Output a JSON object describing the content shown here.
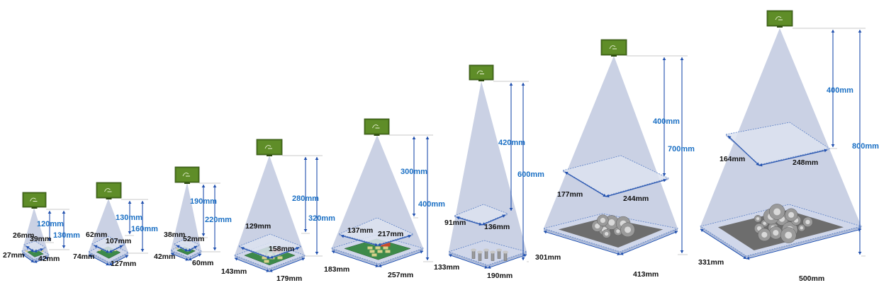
{
  "cameras": [
    {
      "lower_near": "27mm",
      "lower_far": "42mm",
      "upper_near": "26mm",
      "upper_far": "39mm",
      "dist_upper": "120mm",
      "dist_lower": "130mm",
      "scene": "pcb-small"
    },
    {
      "lower_near": "74mm",
      "lower_far": "127mm",
      "upper_near": "62mm",
      "upper_far": "107mm",
      "dist_upper": "130mm",
      "dist_lower": "160mm",
      "scene": "pcb-small"
    },
    {
      "lower_near": "42mm",
      "lower_far": "60mm",
      "upper_near": "38mm",
      "upper_far": "52mm",
      "dist_upper": "190mm",
      "dist_lower": "220mm",
      "scene": "pcb-small"
    },
    {
      "lower_near": "143mm",
      "lower_far": "179mm",
      "upper_near": "129mm",
      "upper_far": "158mm",
      "dist_upper": "280mm",
      "dist_lower": "320mm",
      "scene": "pcb-board"
    },
    {
      "lower_near": "183mm",
      "lower_far": "257mm",
      "upper_near": "137mm",
      "upper_far": "217mm",
      "dist_upper": "300mm",
      "dist_lower": "400mm",
      "scene": "pcb-board"
    },
    {
      "lower_near": "133mm",
      "lower_far": "190mm",
      "upper_near": "91mm",
      "upper_far": "136mm",
      "dist_upper": "420mm",
      "dist_lower": "600mm",
      "scene": "bolts"
    },
    {
      "lower_near": "301mm",
      "lower_far": "413mm",
      "upper_near": "177mm",
      "upper_far": "244mm",
      "dist_upper": "400mm",
      "dist_lower": "700mm",
      "scene": "bearings"
    },
    {
      "lower_near": "331mm",
      "lower_far": "500mm",
      "upper_near": "164mm",
      "upper_far": "248mm",
      "dist_upper": "400mm",
      "dist_lower": "800mm",
      "scene": "parts-large"
    }
  ],
  "colors": {
    "camera": "#4f7a1f",
    "cone": "#c9d0e3",
    "plane_stroke": "#5b80c6",
    "dimension_text": "#111111",
    "distance_text": "#1a6fc4"
  },
  "icon": "camera-icon"
}
